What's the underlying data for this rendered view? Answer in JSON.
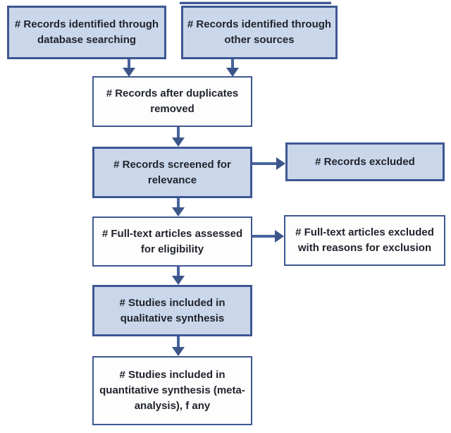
{
  "diagram_type": "prisma-flowchart",
  "colors": {
    "box_fill_blue": "#cad7eb",
    "box_fill_white": "#fdfdfe",
    "border": "#3e5793",
    "arrow": "#47649e",
    "arrow_dark": "#3c5689",
    "text": "#20242c",
    "bg": "#ffffff"
  },
  "boxes": {
    "identified_database": {
      "label": "# Records identified through database searching",
      "lines": [
        "# Records identified through",
        "database searching"
      ]
    },
    "identified_other": {
      "label": "# Records identified through other sources",
      "lines": [
        "# Records identified through",
        "other sources"
      ]
    },
    "duplicates_removed": {
      "label": "# Records after duplicates removed",
      "lines": [
        "# Records after duplicates",
        "removed"
      ]
    },
    "screened": {
      "label": "# Records screened for relevance",
      "lines": [
        "# Records screened for",
        "relevance"
      ]
    },
    "records_excluded": {
      "label": "# Records excluded",
      "lines": [
        "# Records excluded"
      ]
    },
    "fulltext_assessed": {
      "label": "# Full-text articles assessed for eligibility",
      "lines": [
        "# Full-text articles assessed",
        "for eligibility"
      ]
    },
    "fulltext_excluded": {
      "label": "# Full-text articles excluded with reasons for exclusion",
      "lines": [
        "# Full-text articles excluded",
        "with reasons for exclusion"
      ]
    },
    "qualitative": {
      "label": "# Studies included in qualitative synthesis",
      "lines": [
        "# Studies included in",
        "qualitative synthesis"
      ]
    },
    "quantitative": {
      "label": "# Studies included in quantitative synthesis (meta-analysis), f any",
      "lines": [
        "# Studies included in",
        "quantitative synthesis (meta-",
        "analysis), f any"
      ]
    }
  }
}
